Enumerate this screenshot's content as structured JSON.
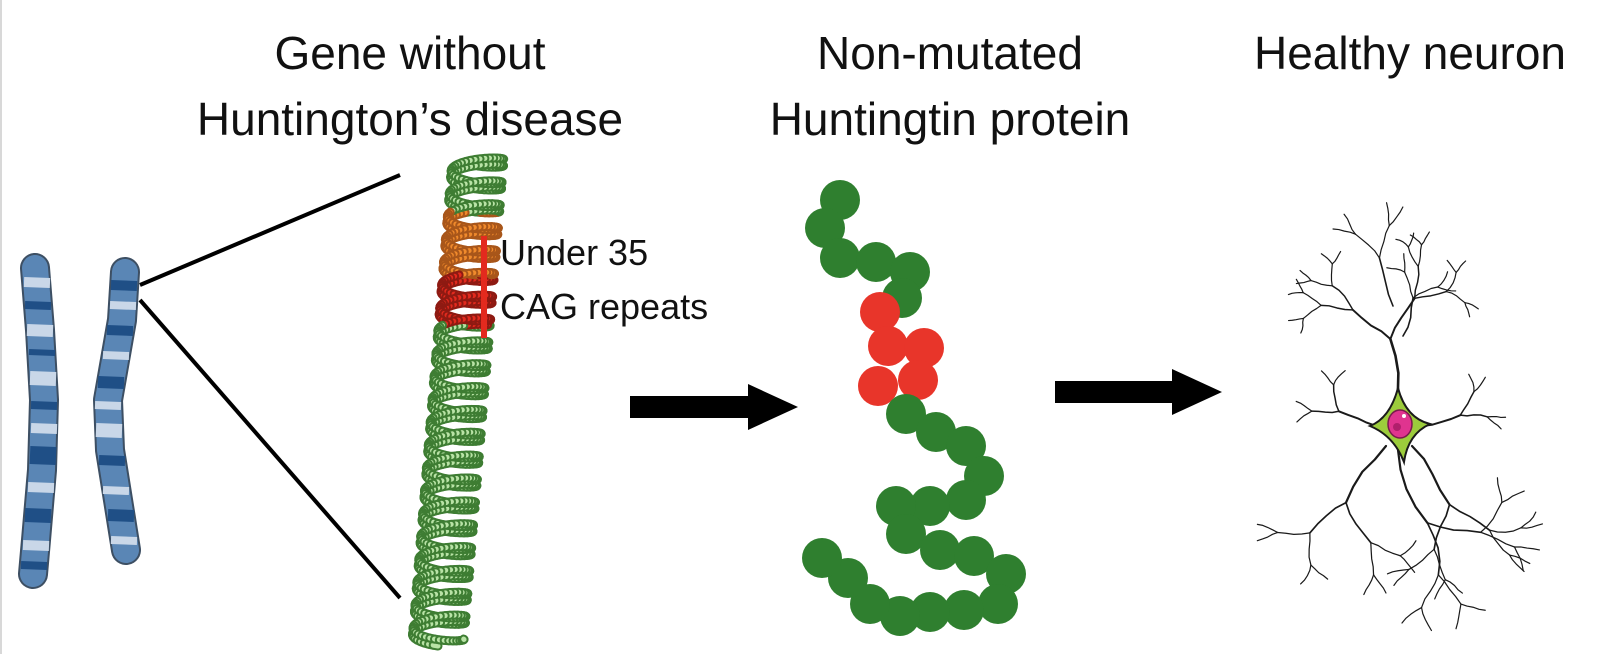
{
  "gene_title": {
    "line1": "Gene without",
    "line2": "Huntington’s disease"
  },
  "protein_title": {
    "line1": "Non-mutated",
    "line2": "Huntingtin protein"
  },
  "neuron_title": {
    "line1": "Healthy neuron"
  },
  "repeat_label": {
    "line1": "Under 35",
    "line2": "CAG repeats"
  },
  "colors": {
    "chromosome_light": "#c9d7e8",
    "chromosome_mid": "#5a86b5",
    "chromosome_dark": "#1f4f86",
    "dna_green_light": "#b9e3a6",
    "dna_green_dark": "#3e7d33",
    "dna_orange": "#f08a2c",
    "dna_red": "#e32a1e",
    "protein_green": "#2f7f2f",
    "protein_red": "#e8352a",
    "neuron_body": "#9ccc3c",
    "neuron_nucleus": "#e0348f",
    "arrow": "#000000"
  },
  "icons": [
    "chromosome-pair-icon",
    "dna-helix-icon",
    "protein-chain-icon",
    "neuron-icon",
    "arrow-right-icon"
  ]
}
